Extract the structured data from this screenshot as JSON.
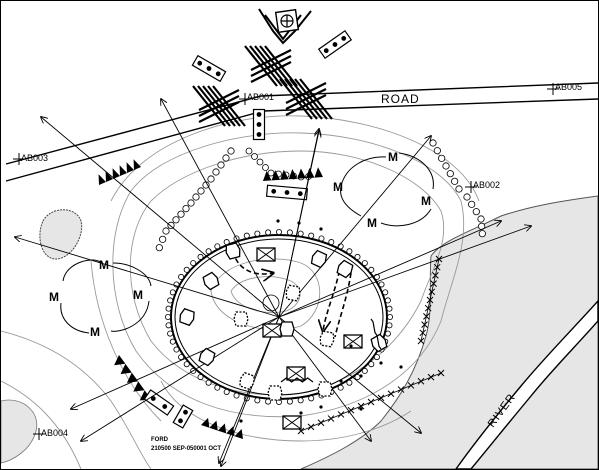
{
  "map": {
    "labels": {
      "road": "ROAD",
      "river": "RIVER",
      "ford": "FORD",
      "ford_dtg": "210500 SEP-050001 OCT"
    },
    "reference_points": [
      {
        "id": "AB001"
      },
      {
        "id": "AB002"
      },
      {
        "id": "AB003"
      },
      {
        "id": "AB004"
      },
      {
        "id": "AB005"
      }
    ],
    "minefield_marker": "M",
    "colors": {
      "ink": "#000000",
      "contour": "#999999",
      "water_shading": "#e6e6e6",
      "background": "#ffffff"
    }
  }
}
